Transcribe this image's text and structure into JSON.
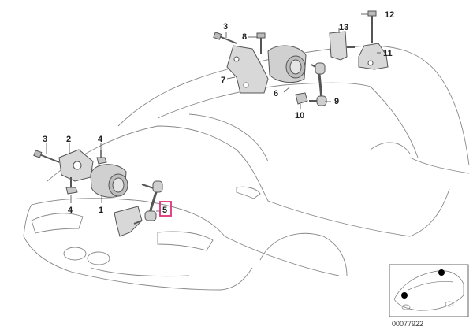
{
  "callouts": {
    "c1": "1",
    "c2": "2",
    "c3a": "3",
    "c3b": "3",
    "c4a": "4",
    "c4b": "4",
    "c5": "5",
    "c6": "6",
    "c7": "7",
    "c8": "8",
    "c9": "9",
    "c10": "10",
    "c11": "11",
    "c12": "12",
    "c13": "13"
  },
  "reference_number": "00077922",
  "colors": {
    "highlight": "#e0327a",
    "line": "#555555",
    "part_fill": "#d8d8d8"
  }
}
